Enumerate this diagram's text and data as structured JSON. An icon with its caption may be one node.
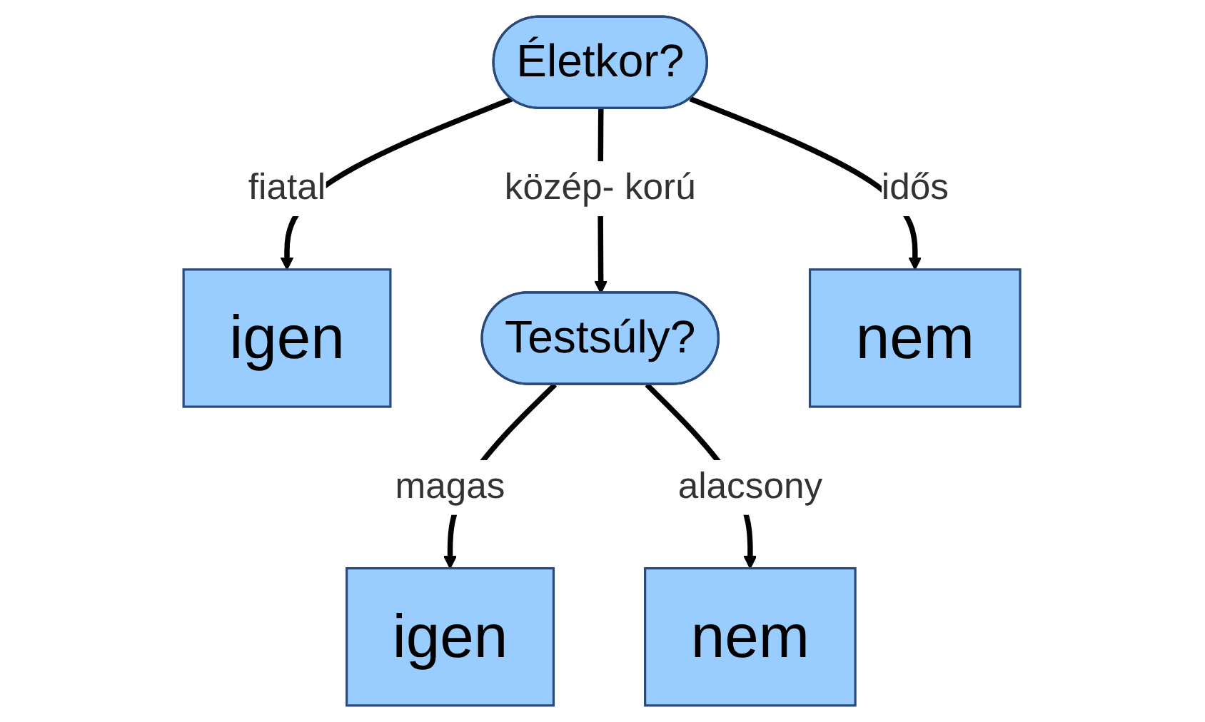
{
  "diagram": {
    "nodes": [
      {
        "text": [
          "Életkor?"
        ]
      },
      {
        "text": [
          "igen"
        ]
      },
      {
        "text": [
          "nem"
        ]
      },
      {
        "text": [
          "Testsúly?"
        ]
      },
      {
        "text": [
          "igen"
        ]
      },
      {
        "text": [
          "nem"
        ]
      }
    ],
    "edges": [
      {
        "from": 0,
        "to": 1,
        "arrow": "to",
        "label": "fiatal"
      },
      {
        "from": 0,
        "to": 3,
        "arrow": "to",
        "label": "közép- korú"
      },
      {
        "from": 0,
        "to": 2,
        "arrow": "to",
        "label": "idős"
      },
      {
        "from": 3,
        "to": 4,
        "arrow": "to",
        "label": "magas"
      },
      {
        "from": 3,
        "to": 5,
        "arrow": "to",
        "label": "alacsony"
      }
    ]
  }
}
